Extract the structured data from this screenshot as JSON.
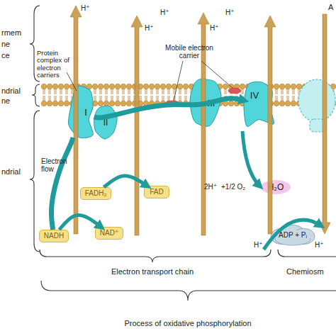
{
  "diagram": {
    "nodes": [
      {
        "text": [
          "I"
        ]
      },
      {
        "text": [
          "II"
        ]
      },
      {
        "text": [
          "III"
        ]
      },
      {
        "text": [
          "IV"
        ]
      },
      {
        "text": [
          "NADH"
        ]
      },
      {
        "text": [
          "NAD⁺"
        ]
      },
      {
        "text": [
          "FADH₂"
        ]
      },
      {
        "text": [
          "FAD"
        ]
      },
      {
        "text": [
          "H₂O"
        ]
      },
      {
        "text": [
          "ADP + Pᵢ"
        ]
      }
    ],
    "edges": [
      {
        "from": 4,
        "to": 0,
        "arrow": "none"
      },
      {
        "from": 0,
        "to": 3,
        "arrow": "to"
      },
      {
        "from": 6,
        "to": 7,
        "arrow": "to"
      },
      {
        "from": 4,
        "to": 5,
        "arrow": "to"
      }
    ],
    "labels": [
      "rmem",
      "ne",
      "ce",
      "ndrial",
      "ne",
      "ndrial",
      "Protein complex of electron carriers",
      "Mobile electron carrier",
      "Electron flow",
      "H⁺",
      "H⁺",
      "H⁺",
      "H⁺",
      "H⁺",
      "A",
      "2H⁺",
      "+1/2 O₂",
      "H⁺",
      "H⁺",
      "Electron transport chain",
      "Chemiosm",
      "Process of oxidative phosphorylation"
    ]
  }
}
